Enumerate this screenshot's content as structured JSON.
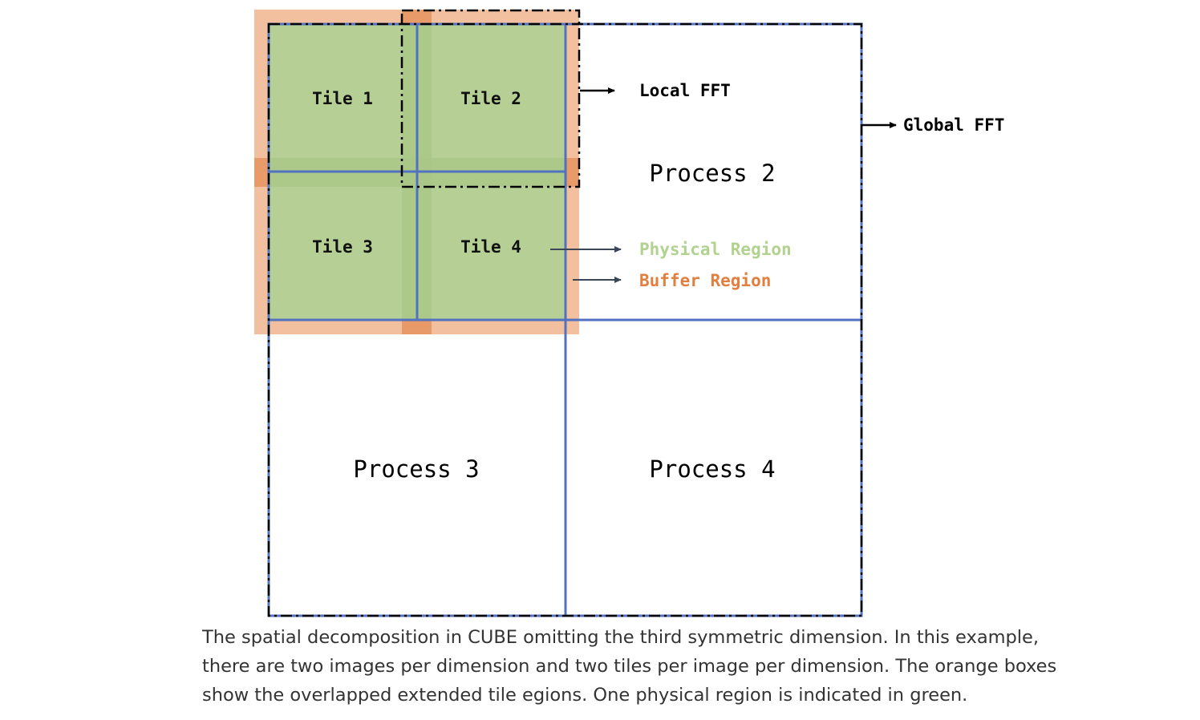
{
  "diagram": {
    "tiles": [
      "Tile 1",
      "Tile 2",
      "Tile 3",
      "Tile 4"
    ],
    "processes": [
      "Process 2",
      "Process 3",
      "Process 4"
    ],
    "labels": {
      "local_fft": "Local FFT",
      "global_fft": "Global FFT",
      "physical_region": "Physical Region",
      "buffer_region": "Buffer Region"
    },
    "colors": {
      "physical": "#b5cf95",
      "buffer": "#f2c09e",
      "buffer_overlap": "#e89a68",
      "process_border": "#5072c0",
      "fft_border": "#000000",
      "physical_label": "#b2d28f",
      "buffer_label": "#e37f3e",
      "arrow_gray": "#3b4656"
    }
  },
  "caption": "The spatial decomposition in CUBE omitting the third symmetric dimension. In this example, there are two images per dimension and two tiles per image per dimension. The orange boxes show the overlapped extended tile egions. One physical region is indicated in green."
}
